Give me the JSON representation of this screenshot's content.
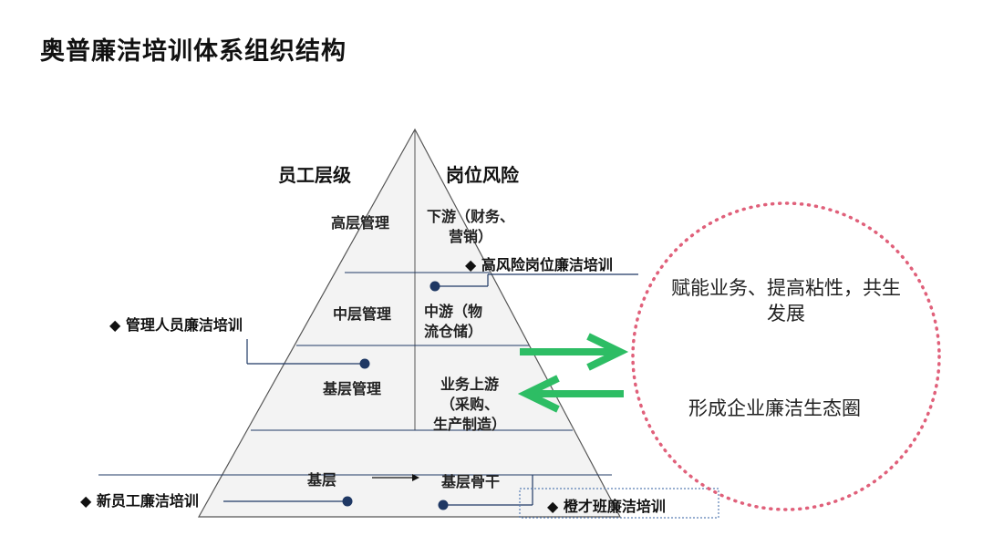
{
  "title": "奥普廉洁培训体系组织结构",
  "pyramid": {
    "headers": {
      "left": "员工层级",
      "right": "岗位风险"
    },
    "levels": [
      {
        "left": "高层管理",
        "right": [
          "下游（财务、",
          "营销）"
        ]
      },
      {
        "left": "中层管理",
        "right": [
          "中游（物",
          "流仓储）"
        ]
      },
      {
        "left": "基层管理",
        "right": [
          "业务上游",
          "（采购、",
          "生产制造）"
        ]
      },
      {
        "left": "基层",
        "right": [
          "基层骨干"
        ]
      }
    ]
  },
  "trainings": {
    "high_risk": "高风险岗位廉洁培训",
    "management": "管理人员廉洁培训",
    "new_staff": "新员工廉洁培训",
    "orange": "橙才班廉洁培训",
    "bullet_symbol": "◆"
  },
  "circle": {
    "line1": "赋能业务、提高粘性，共生发展",
    "line2": "形成企业廉洁生态圈"
  },
  "colors": {
    "connector": "#1f3864",
    "arrow": "#2dbd64",
    "circle_dots": "#e0607a",
    "pyramid_fill": "#f3f3f3",
    "pyramid_stroke": "#555555"
  }
}
